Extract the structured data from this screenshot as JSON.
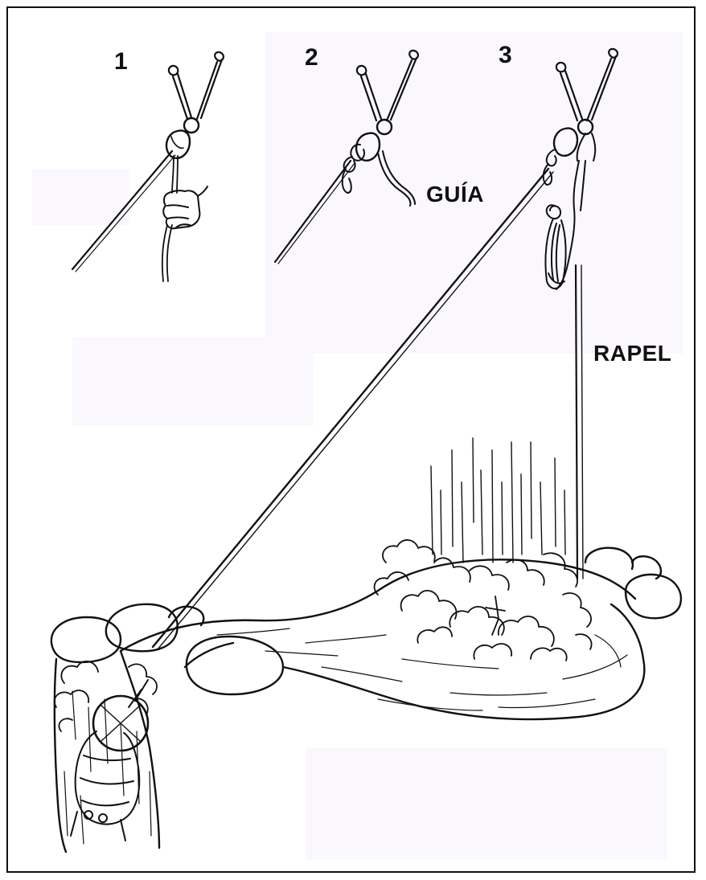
{
  "steps": [
    "1",
    "2",
    "3"
  ],
  "labels": {
    "guide_rope": "GUÍA",
    "rappel_rope": "RAPEL"
  },
  "colors": {
    "ink": "#111111",
    "paper": "#ffffff",
    "tint": "#fbf8fd"
  }
}
